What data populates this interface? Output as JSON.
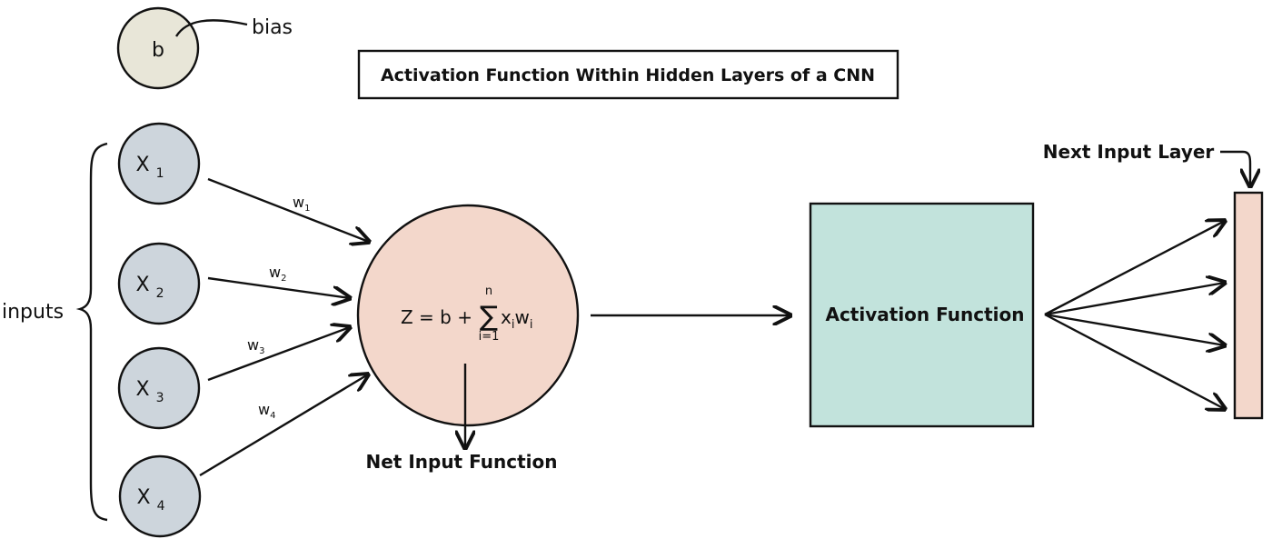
{
  "title": "Activation Function Within Hidden Layers of a CNN",
  "bias": {
    "symbol": "b",
    "label": "bias"
  },
  "inputs": {
    "label": "inputs",
    "nodes": [
      {
        "symbol": "X",
        "sub": "1",
        "weight": "w",
        "weight_sub": "1"
      },
      {
        "symbol": "X",
        "sub": "2",
        "weight": "w",
        "weight_sub": "2"
      },
      {
        "symbol": "X",
        "sub": "3",
        "weight": "w",
        "weight_sub": "3"
      },
      {
        "symbol": "X",
        "sub": "4",
        "weight": "w",
        "weight_sub": "4"
      }
    ]
  },
  "net_input": {
    "label": "Net Input Function",
    "formula": {
      "lhs": "Z = b +",
      "sum_top": "n",
      "sum_symbol": "∑",
      "sum_bottom": "i=1",
      "term": "x",
      "term_sub_1": "i",
      "term_2": "w",
      "term_sub_2": "i"
    }
  },
  "activation": {
    "label": "Activation Function"
  },
  "next_layer": {
    "label": "Next Input Layer"
  },
  "colors": {
    "bias_fill": "#e8e6d8",
    "input_fill": "#cdd5dc",
    "net_fill": "#f3d7cb",
    "activation_fill": "#c2e3dc",
    "next_fill": "#f3d7cb",
    "stroke": "#111111"
  }
}
